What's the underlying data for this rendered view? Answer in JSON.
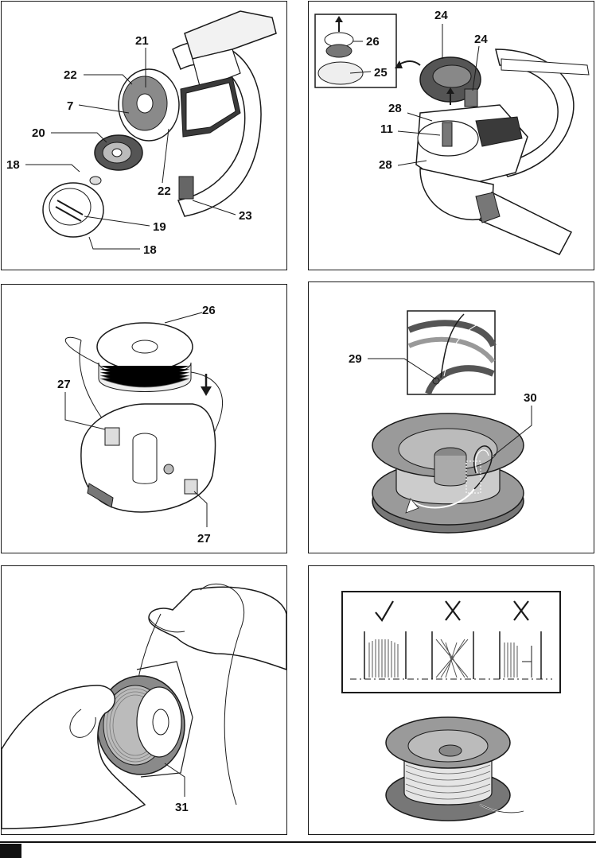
{
  "figures": [
    {
      "id": "A",
      "callouts": [
        "21",
        "22",
        "7",
        "20",
        "18",
        "22",
        "19",
        "23",
        "18"
      ]
    },
    {
      "id": "B",
      "callouts": [
        "24",
        "26",
        "24",
        "25",
        "28",
        "11",
        "28"
      ]
    },
    {
      "id": "C",
      "callouts": [
        "26",
        "27",
        "27"
      ]
    },
    {
      "id": "D",
      "callouts": [
        "29",
        "30"
      ]
    },
    {
      "id": "E",
      "callouts": [
        "31"
      ]
    },
    {
      "id": "F",
      "callouts": [],
      "symbols": [
        "check-mark",
        "x-mark",
        "x-mark"
      ]
    }
  ],
  "colors": {
    "line": "#1a1a1a",
    "gray": "#9a9a9a",
    "dark": "#4a4a4a",
    "light": "#d8d8d8"
  }
}
